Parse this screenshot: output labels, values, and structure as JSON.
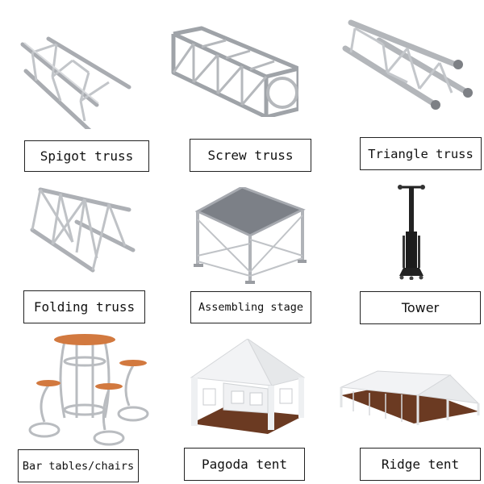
{
  "products": [
    {
      "id": "spigot",
      "label": "Spigot truss",
      "icon": "spigot-truss-image"
    },
    {
      "id": "screw",
      "label": "Screw truss",
      "icon": "screw-truss-image"
    },
    {
      "id": "triangle",
      "label": "Triangle truss",
      "icon": "triangle-truss-image"
    },
    {
      "id": "folding",
      "label": "Folding truss",
      "icon": "folding-truss-image"
    },
    {
      "id": "stage",
      "label": "Assembling stage",
      "icon": "assembling-stage-image"
    },
    {
      "id": "tower",
      "label": "Tower",
      "icon": "tower-image"
    },
    {
      "id": "bar",
      "label": "Bar tables/chairs",
      "icon": "bar-tables-chairs-image"
    },
    {
      "id": "pagoda",
      "label": "Pagoda tent",
      "icon": "pagoda-tent-image"
    },
    {
      "id": "ridge",
      "label": "Ridge tent",
      "icon": "ridge-tent-image"
    }
  ],
  "colors": {
    "metal": "#b9bcc0",
    "metal_dark": "#8a8d92",
    "wood_top": "#d2793f",
    "floor": "#6b3a22",
    "tent": "#f4f5f6",
    "tower": "#222222",
    "border": "#222222"
  }
}
